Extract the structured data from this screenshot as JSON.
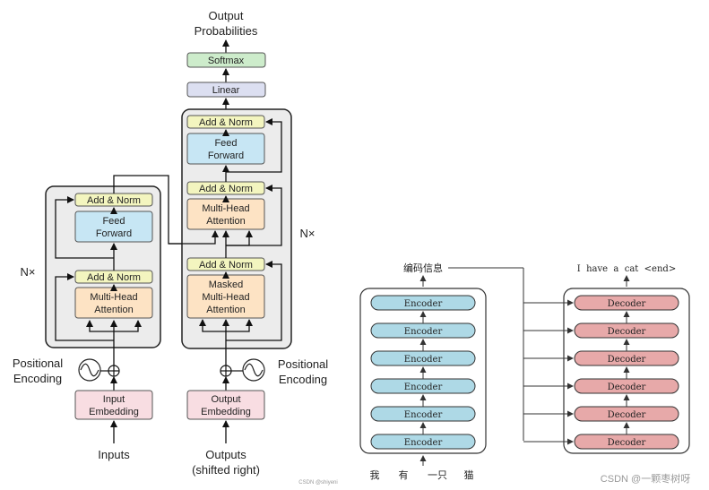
{
  "transformer": {
    "output_probabilities": [
      "Output",
      "Probabilities"
    ],
    "softmax": "Softmax",
    "linear": "Linear",
    "encoder": {
      "repeat": "N×",
      "add_norm": "Add & Norm",
      "feed_forward": [
        "Feed",
        "Forward"
      ],
      "multi_head": [
        "Multi-Head",
        "Attention"
      ],
      "positional_encoding": [
        "Positional",
        "Encoding"
      ],
      "embedding": [
        "Input",
        "Embedding"
      ],
      "input_label": "Inputs"
    },
    "decoder": {
      "repeat": "N×",
      "add_norm": "Add & Norm",
      "feed_forward": [
        "Feed",
        "Forward"
      ],
      "multi_head": [
        "Multi-Head",
        "Attention"
      ],
      "masked": [
        "Masked",
        "Multi-Head",
        "Attention"
      ],
      "positional_encoding": [
        "Positional",
        "Encoding"
      ],
      "embedding": [
        "Output",
        "Embedding"
      ],
      "input_label": [
        "Outputs",
        "(shifted right)"
      ]
    }
  },
  "stack": {
    "encoded_info": "编码信息",
    "output_sentence": "I  have  a  cat  <end>",
    "encoder_label": "Encoder",
    "decoder_label": "Decoder",
    "input_tokens": [
      "我",
      "有",
      "一只",
      "猫"
    ]
  },
  "watermarks": {
    "left": "CSDN @shiyeni",
    "right": "CSDN @一颗枣树呀"
  },
  "colors": {
    "add_norm": "#f3f5bf",
    "feed_forward": "#c7e6f4",
    "attention": "#fde3c4",
    "embedding": "#f8dde2",
    "softmax": "#cdeccb",
    "linear": "#dcdff1",
    "block_bg": "#ececec",
    "encoder_box": "#aed9e6",
    "decoder_box": "#e7a9a9"
  }
}
